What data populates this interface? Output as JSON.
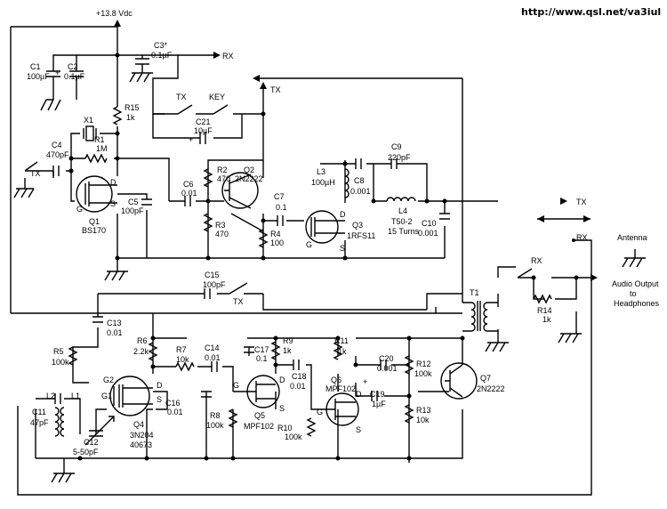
{
  "url": "http://www.qsl.net/va3iul",
  "supply": "+13.8 Vdc",
  "signals": {
    "rx_top": "RX",
    "tx_top": "TX",
    "tx_label_sw": "TX",
    "key_label": "KEY",
    "tx_input": "TX",
    "tx_output": "TX",
    "rx_ant": "RX",
    "antenna": "Antenna",
    "rx_aud": "RX",
    "tx_c15": "TX",
    "audio_out": [
      "Audio Output",
      "to",
      "Headphones"
    ]
  },
  "components": {
    "c1": [
      "C1",
      "100µF"
    ],
    "c2": [
      "C2",
      "0.1µF"
    ],
    "c3": [
      "C3*",
      "0.1µF"
    ],
    "r15": [
      "R15",
      "1k"
    ],
    "c21": [
      "C21",
      "10µF"
    ],
    "x1": [
      "X1"
    ],
    "r1": [
      "R1",
      "1M"
    ],
    "c4": [
      "C4",
      "470pF"
    ],
    "q1": [
      "Q1",
      "BS170"
    ],
    "c5": [
      "C5",
      "100pF"
    ],
    "r2": [
      "R2",
      "470"
    ],
    "q2": [
      "Q2",
      "2N2222"
    ],
    "c6": [
      "C6",
      "0.01"
    ],
    "r3": [
      "R3",
      "470"
    ],
    "c7": [
      "C7",
      "0.1"
    ],
    "r4": [
      "R4",
      "100"
    ],
    "l3": [
      "L3",
      "100µH"
    ],
    "q3": [
      "Q3",
      "1RFS11"
    ],
    "c8": [
      "C8",
      "0.001"
    ],
    "c9": [
      "C9",
      "220pF"
    ],
    "l4": [
      "L4",
      "T50-2",
      "15 Turns"
    ],
    "c10": [
      "C10",
      "0.001"
    ],
    "c15": [
      "C15",
      "100pF"
    ],
    "t1": [
      "T1"
    ],
    "r14": [
      "R14",
      "1k"
    ],
    "c13": [
      "C13",
      "0.01"
    ],
    "r5": [
      "R5",
      "100k"
    ],
    "r6": [
      "R6",
      "2.2k"
    ],
    "r7": [
      "R7",
      "10k"
    ],
    "c14": [
      "C14",
      "0.01"
    ],
    "c17": [
      "C17",
      "0.1"
    ],
    "r9": [
      "R9",
      "1k"
    ],
    "r11": [
      "R11",
      "1k"
    ],
    "c20": [
      "C20",
      "0.001"
    ],
    "r12": [
      "R12",
      "100k"
    ],
    "q7": [
      "Q7",
      "2N2222"
    ],
    "c18": [
      "C18",
      "0.01"
    ],
    "q6": [
      "Q6",
      "MPF102"
    ],
    "c19": [
      "C19",
      "1µF"
    ],
    "r13": [
      "R13",
      "10k"
    ],
    "c11": [
      "C11",
      "47pF"
    ],
    "l2": [
      "L2"
    ],
    "l1": [
      "L1"
    ],
    "q4": [
      "Q4",
      "3N204",
      "40673"
    ],
    "c12": [
      "C12",
      "5-50pF"
    ],
    "c16": [
      "C16",
      "0.01"
    ],
    "r8": [
      "R8",
      "100k"
    ],
    "q5": [
      "Q5",
      "MPF102"
    ],
    "r10": [
      "R10",
      "100k"
    ]
  },
  "pins": {
    "q1": [
      "D",
      "G",
      "S"
    ],
    "q3": [
      "D",
      "G",
      "S"
    ],
    "q4": [
      "G2",
      "G1",
      "D",
      "S"
    ],
    "q5": [
      "G",
      "D",
      "S"
    ],
    "q6": [
      "D",
      "G",
      "S"
    ]
  },
  "polarity": "+"
}
